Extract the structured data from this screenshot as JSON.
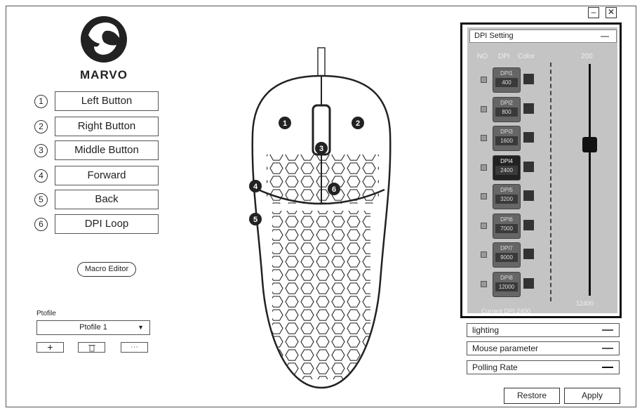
{
  "window": {
    "minimize": "–",
    "close": "✕"
  },
  "brand": {
    "name": "MARVO"
  },
  "keys": [
    {
      "num": "1",
      "label": "Left Button"
    },
    {
      "num": "2",
      "label": "Right Button"
    },
    {
      "num": "3",
      "label": "Middle Button"
    },
    {
      "num": "4",
      "label": "Forward"
    },
    {
      "num": "5",
      "label": "Back"
    },
    {
      "num": "6",
      "label": "DPI Loop"
    }
  ],
  "macro_editor": "Macro Editor",
  "profile": {
    "label": "Ptofile",
    "selected": "Ptofile 1",
    "add": "+",
    "delete_icon": "trash-icon",
    "more": "···"
  },
  "mouse_markers": [
    "1",
    "2",
    "3",
    "4",
    "5",
    "6"
  ],
  "dpi": {
    "title": "DPI Setting",
    "col_no": "NO",
    "col_dpi": "DPI",
    "col_color": "Color",
    "slider_min": "200",
    "slider_max": "12400",
    "slider_value": 2400,
    "current": "Current DPI 2400",
    "levels": [
      {
        "name": "DPI1",
        "value": "400",
        "active": false
      },
      {
        "name": "DPI2",
        "value": "800",
        "active": false
      },
      {
        "name": "DPI3",
        "value": "1600",
        "active": false
      },
      {
        "name": "DPI4",
        "value": "2400",
        "active": true
      },
      {
        "name": "DPI5",
        "value": "3200",
        "active": false
      },
      {
        "name": "DPI6",
        "value": "7000",
        "active": false
      },
      {
        "name": "DPI7",
        "value": "9000",
        "active": false
      },
      {
        "name": "DPI8",
        "value": "12000",
        "active": false
      }
    ]
  },
  "sections": [
    "lighting",
    "Mouse parameter",
    "Polling Rate"
  ],
  "buttons": {
    "restore": "Restore",
    "apply": "Apply"
  }
}
